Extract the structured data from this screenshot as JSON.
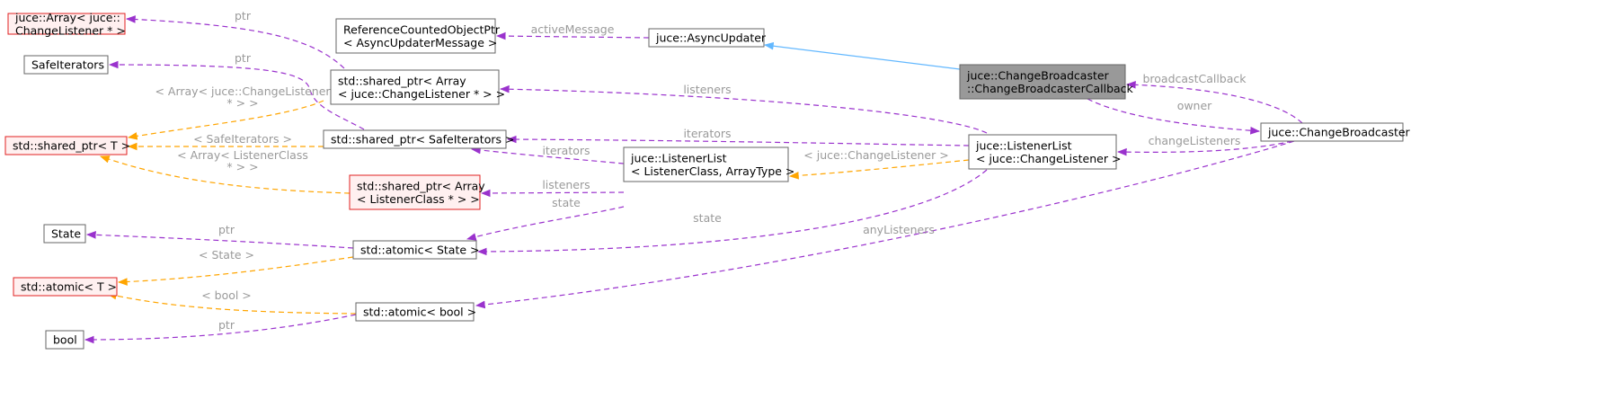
{
  "colors": {
    "node_fill": "#ffffff",
    "node_stroke": "#666666",
    "missing_fill": "#fff0f0",
    "missing_stroke": "#e02020",
    "highlight_fill": "#999999",
    "highlight_stroke": "#666666",
    "usage_edge": "#9a32cd",
    "template_edge": "#ffa500",
    "inherit_edge": "#63b8ff"
  },
  "nodes": [
    {
      "id": "arr_cl",
      "kind": "missing",
      "lines": [
        "juce::Array< juce::",
        "ChangeListener * >"
      ]
    },
    {
      "id": "safeit",
      "kind": "normal",
      "lines": [
        "SafeIterators"
      ]
    },
    {
      "id": "sp_t",
      "kind": "missing",
      "lines": [
        "std::shared_ptr< T >"
      ]
    },
    {
      "id": "state",
      "kind": "normal",
      "lines": [
        "State"
      ]
    },
    {
      "id": "atomic_t",
      "kind": "missing",
      "lines": [
        "std::atomic< T >"
      ]
    },
    {
      "id": "bool",
      "kind": "normal",
      "lines": [
        "bool"
      ]
    },
    {
      "id": "rcop",
      "kind": "normal",
      "lines": [
        "ReferenceCountedObjectPtr",
        "< AsyncUpdaterMessage >"
      ]
    },
    {
      "id": "sp_arr_cl",
      "kind": "normal",
      "lines": [
        "std::shared_ptr< Array",
        "< juce::ChangeListener * > >"
      ]
    },
    {
      "id": "sp_safeit",
      "kind": "normal",
      "lines": [
        "std::shared_ptr< SafeIterators >"
      ]
    },
    {
      "id": "sp_arr_lc",
      "kind": "missing",
      "lines": [
        "std::shared_ptr< Array",
        "< ListenerClass * > >"
      ]
    },
    {
      "id": "atomic_state",
      "kind": "normal",
      "lines": [
        "std::atomic< State >"
      ]
    },
    {
      "id": "atomic_bool",
      "kind": "normal",
      "lines": [
        "std::atomic< bool >"
      ]
    },
    {
      "id": "async",
      "kind": "normal",
      "lines": [
        "juce::AsyncUpdater"
      ]
    },
    {
      "id": "ll_generic",
      "kind": "normal",
      "lines": [
        "juce::ListenerList",
        "< ListenerClass, ArrayType >"
      ]
    },
    {
      "id": "cbcb",
      "kind": "highlight",
      "lines": [
        "juce::ChangeBroadcaster",
        "::ChangeBroadcasterCallback"
      ]
    },
    {
      "id": "ll_cl",
      "kind": "normal",
      "lines": [
        "juce::ListenerList",
        "< juce::ChangeListener >"
      ]
    },
    {
      "id": "cb",
      "kind": "normal",
      "lines": [
        "juce::ChangeBroadcaster"
      ]
    }
  ],
  "edges": [
    {
      "id": "e1",
      "type": "usage",
      "label": [
        "ptr"
      ]
    },
    {
      "id": "e2",
      "type": "usage",
      "label": [
        "ptr"
      ]
    },
    {
      "id": "e3",
      "type": "template",
      "label": [
        "< Array< juce::ChangeListener",
        "* > >"
      ]
    },
    {
      "id": "e4",
      "type": "template",
      "label": [
        "< SafeIterators >"
      ]
    },
    {
      "id": "e5",
      "type": "template",
      "label": [
        "< Array< ListenerClass",
        "* > >"
      ]
    },
    {
      "id": "e6",
      "type": "usage",
      "label": [
        "activeMessage"
      ]
    },
    {
      "id": "e7",
      "type": "inherit",
      "label": []
    },
    {
      "id": "e8",
      "type": "usage",
      "label": [
        "listeners"
      ]
    },
    {
      "id": "e9",
      "type": "usage",
      "label": [
        "iterators"
      ]
    },
    {
      "id": "e10",
      "type": "usage",
      "label": [
        "iterators"
      ]
    },
    {
      "id": "e11",
      "type": "usage",
      "label": [
        "listeners"
      ]
    },
    {
      "id": "e12",
      "type": "usage",
      "label": [
        "state"
      ]
    },
    {
      "id": "e13",
      "type": "usage",
      "label": [
        "state"
      ]
    },
    {
      "id": "e14",
      "type": "template",
      "label": [
        "< juce::ChangeListener >"
      ]
    },
    {
      "id": "e15",
      "type": "usage",
      "label": [
        "broadcastCallback"
      ]
    },
    {
      "id": "e16",
      "type": "usage",
      "label": [
        "owner"
      ]
    },
    {
      "id": "e17",
      "type": "usage",
      "label": [
        "changeListeners"
      ]
    },
    {
      "id": "e18",
      "type": "usage",
      "label": [
        "anyListeners"
      ]
    },
    {
      "id": "e19",
      "type": "usage",
      "label": [
        "ptr"
      ]
    },
    {
      "id": "e20",
      "type": "template",
      "label": [
        "< State >"
      ]
    },
    {
      "id": "e21",
      "type": "template",
      "label": [
        "< bool >"
      ]
    },
    {
      "id": "e22",
      "type": "usage",
      "label": [
        "ptr"
      ]
    }
  ]
}
